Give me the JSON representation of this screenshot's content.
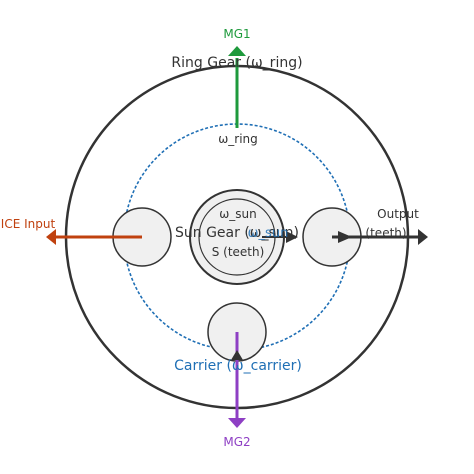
{
  "diagram": {
    "labels": {
      "mg1": "MG1",
      "mg2": "MG2",
      "ring_gear": "Ring Gear (ω_ring)",
      "omega_ring": "ω_ring",
      "ice_input": "ICE Input",
      "output": "Output",
      "output_teeth": "(teeth)",
      "omega_sun": "ω_sun",
      "sun_gear": "Sun Gear (ω_sun)",
      "omega_sun_overlap": "ω_sun",
      "sun_teeth": "S (teeth)",
      "carrier": "Carrier (ω_carrier)"
    },
    "colors": {
      "mg1": "#1e9a3c",
      "mg2": "#8e3fc4",
      "ice": "#c0410f",
      "carrier": "#1f6fb5",
      "outline": "#333333",
      "gear_fill": "#f0f0f0",
      "text": "#333333"
    }
  }
}
